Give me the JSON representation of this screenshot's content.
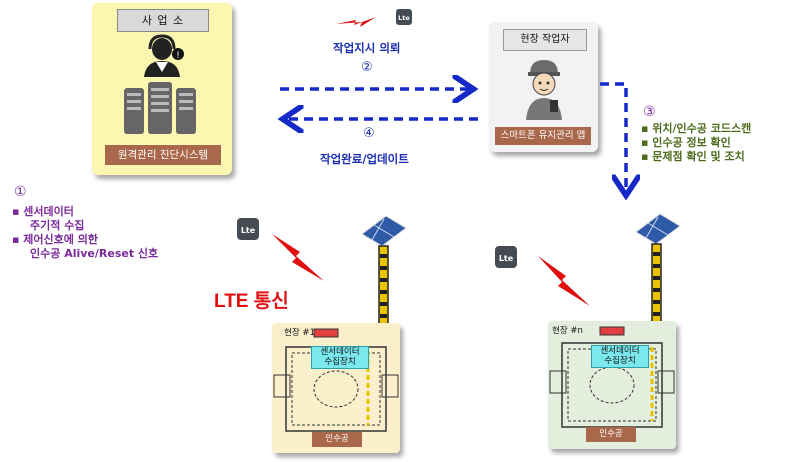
{
  "office": {
    "title": "사 업 소",
    "system_label": "원격관리 진단시스템"
  },
  "worker": {
    "title": "현장 작업자",
    "app_label": "스마트폰 유지관리 앱"
  },
  "flows": {
    "request": {
      "step": "②",
      "label": "작업지시 의뢰"
    },
    "complete": {
      "step": "④",
      "label": "작업완료/업데이트"
    }
  },
  "worker_tasks": {
    "step": "③",
    "items": [
      "위치/인수공 코드스캔",
      "인수공 정보 확인",
      "문제점 확인 및 조치"
    ]
  },
  "sensor_tasks": {
    "step": "①",
    "items": [
      "센서데이터",
      "주기적 수집",
      "제어신호에 의한",
      "인수공 Alive/Reset 신호"
    ]
  },
  "lte_title": "LTE 통신",
  "lte_icon_text": "Lte",
  "sites": [
    {
      "label": "현장 #1",
      "collector_line1": "센서데이터",
      "collector_line2": "수집장치",
      "manhole": "인수공"
    },
    {
      "label": "현장 #n",
      "collector_line1": "센서데이터",
      "collector_line2": "수집장치",
      "manhole": "인수공"
    }
  ],
  "colors": {
    "arrow": "#1528c8",
    "lightning": "#e01010",
    "box_label": "#a9674b"
  }
}
